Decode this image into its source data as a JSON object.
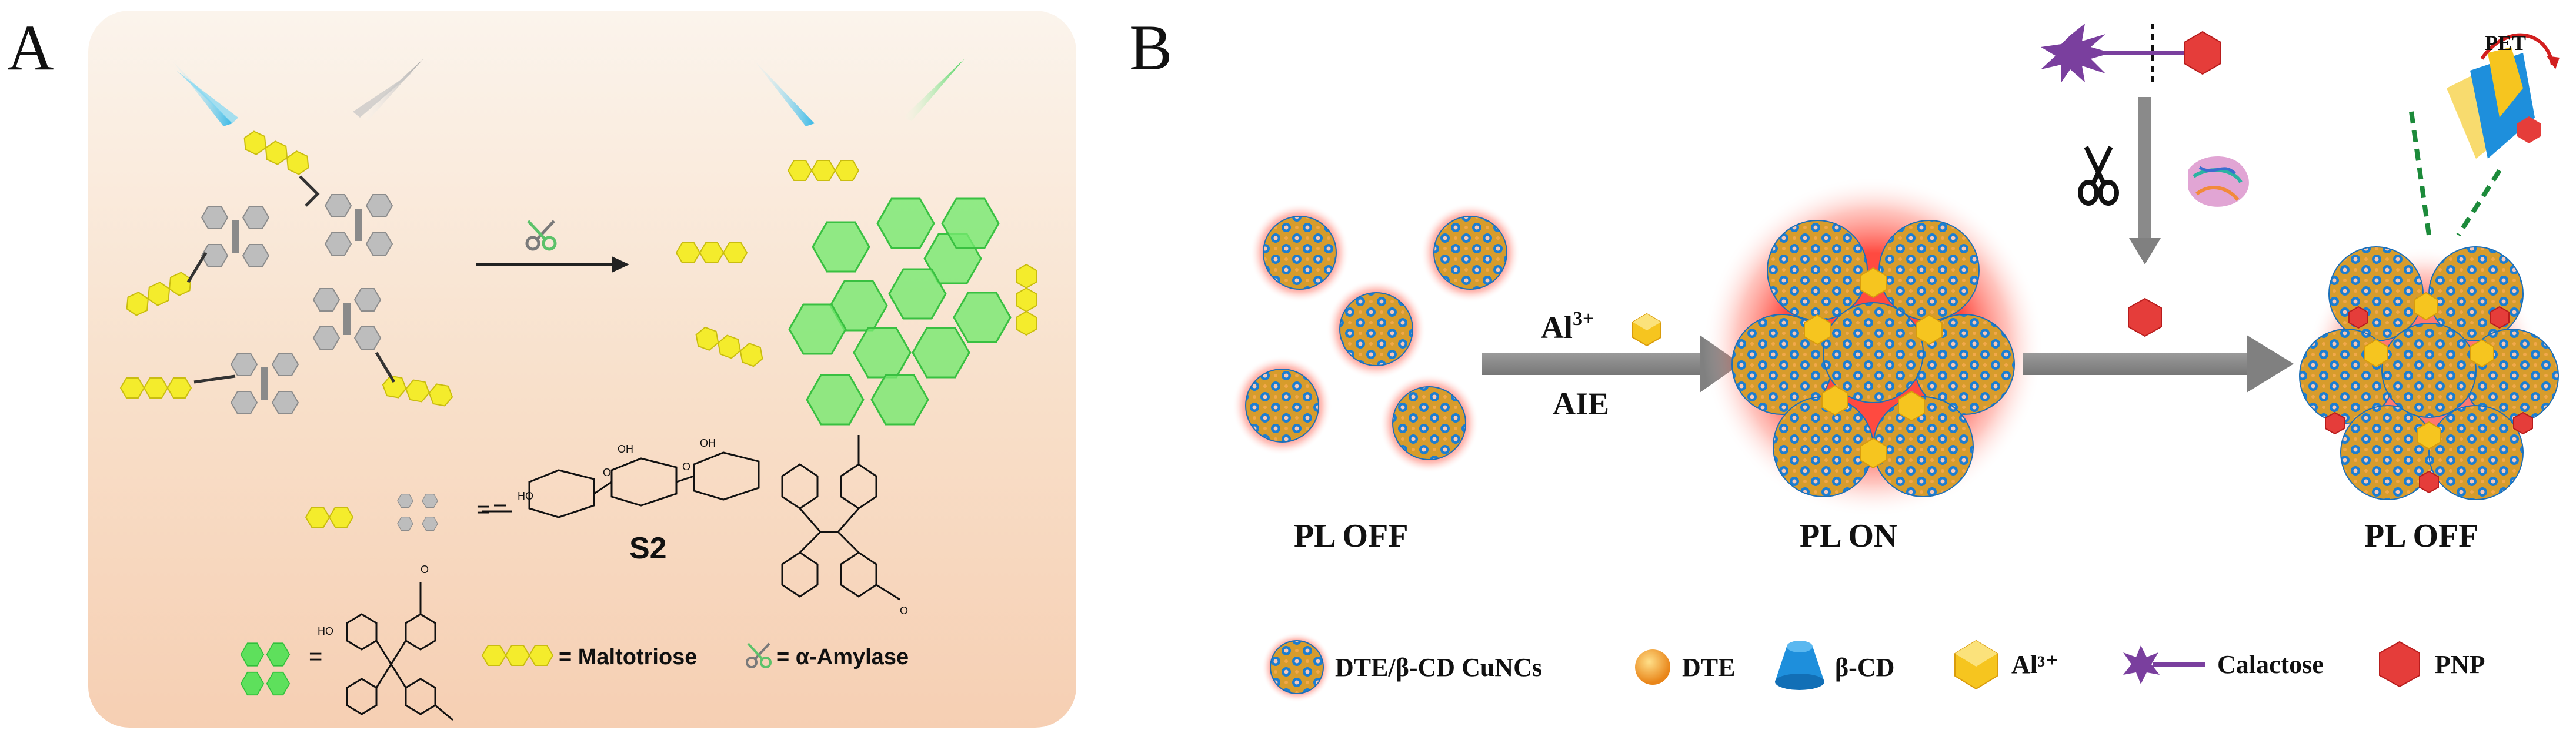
{
  "panels": {
    "a": {
      "letter": "A",
      "compound_label": "S2",
      "legend": {
        "maltotriose": "= Maltotriose",
        "amylase": "= α-Amylase",
        "equals": "="
      },
      "structure_labels": {
        "ho": "HO",
        "oh": "OH",
        "o": "O"
      }
    },
    "b": {
      "letter": "B",
      "arrow_label_top": "Al",
      "arrow_label_sup": "3+",
      "arrow_label_bottom": "AIE",
      "pet": "PET",
      "states": [
        "PL OFF",
        "PL ON",
        "PL OFF"
      ],
      "legend": [
        {
          "label": "DTE/β-CD CuNCs",
          "icon": "nanocluster-icon"
        },
        {
          "label": "DTE",
          "icon": "orange-sphere-icon"
        },
        {
          "label": "β-CD",
          "icon": "cyclodextrin-cone-icon"
        },
        {
          "label": "Al³⁺",
          "icon": "yellow-polyhedron-icon"
        },
        {
          "label": "Calactose",
          "icon": "galactose-star-icon"
        },
        {
          "label": "PNP",
          "icon": "red-polyhedron-icon"
        }
      ]
    }
  },
  "colors": {
    "green_glow": "#4fdc52",
    "gray_hex": "#b8b8b8",
    "yellow_hex": "#f4ec2c",
    "red_glow": "#ff3a2e",
    "arrow_gray": "#8a8a8a",
    "purple": "#7a3f9e",
    "pnp_red": "#e53d3a",
    "al_yellow": "#f6c51f",
    "cd_blue": "#1e8fdc",
    "dte_orange": "#f5a623"
  }
}
